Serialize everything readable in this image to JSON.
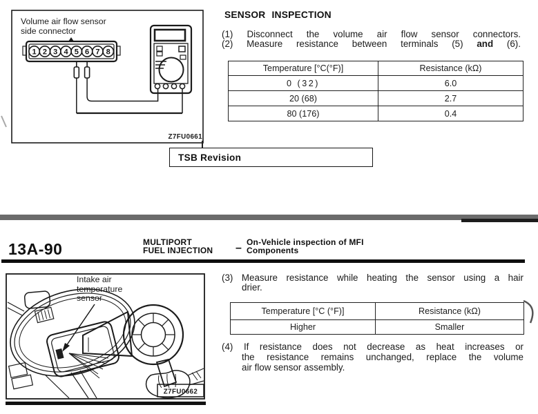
{
  "top": {
    "figure1": {
      "label_line1": "Volume air flow sensor",
      "label_line2": "side connector",
      "code": "Z7FU0661",
      "terminals": [
        "1",
        "2",
        "3",
        "4",
        "5",
        "6",
        "7",
        "8"
      ]
    },
    "heading": "SENSOR INSPECTION",
    "steps": {
      "s1_num": "(1)",
      "s1_text": "Disconnect the volume air flow sensor connectors.",
      "s2_num": "(2)",
      "s2_pre": "Measure resistance between terminals (5)",
      "s2_bold": "and",
      "s2_post": "(6)."
    },
    "table": {
      "col1": "Temperature [°C(°F)]",
      "col2": "Resistance (kΩ)",
      "rows": [
        {
          "temp": "0 (32)",
          "res": "6.0"
        },
        {
          "temp": "20 (68)",
          "res": "2.7"
        },
        {
          "temp": "80 (176)",
          "res": "0.4"
        }
      ]
    },
    "tsb_label": "TSB Revision"
  },
  "header": {
    "page_no": "13A-90",
    "section_line1": "MULTIPORT",
    "section_line2": "FUEL INJECTION",
    "dash": "–",
    "title_line1": "On-Vehicle inspection of MFI",
    "title_line2": "Components"
  },
  "bottom": {
    "figure2": {
      "label_line1": "Intake air",
      "label_line2": "temperature",
      "label_line3": "sensor",
      "code": "Z7FU0662"
    },
    "steps": {
      "s3_num": "(3)",
      "s3_line1": "Measure resistance while heating the sensor using a hair",
      "s3_line2": "drier.",
      "s4_num": "(4)",
      "s4_line1": "If resistance does not decrease as heat increases or",
      "s4_line2": "the resistance remains unchanged, replace the volume",
      "s4_line3": "air flow sensor assembly."
    },
    "table": {
      "col1": "Temperature [°C (°F)]",
      "col2": "Resistance (kΩ)",
      "rows": [
        {
          "temp": "Higher",
          "res": "Smaller"
        }
      ]
    }
  },
  "colors": {
    "band_gray": "#6b6b6b",
    "ink": "#1a1a1a"
  }
}
